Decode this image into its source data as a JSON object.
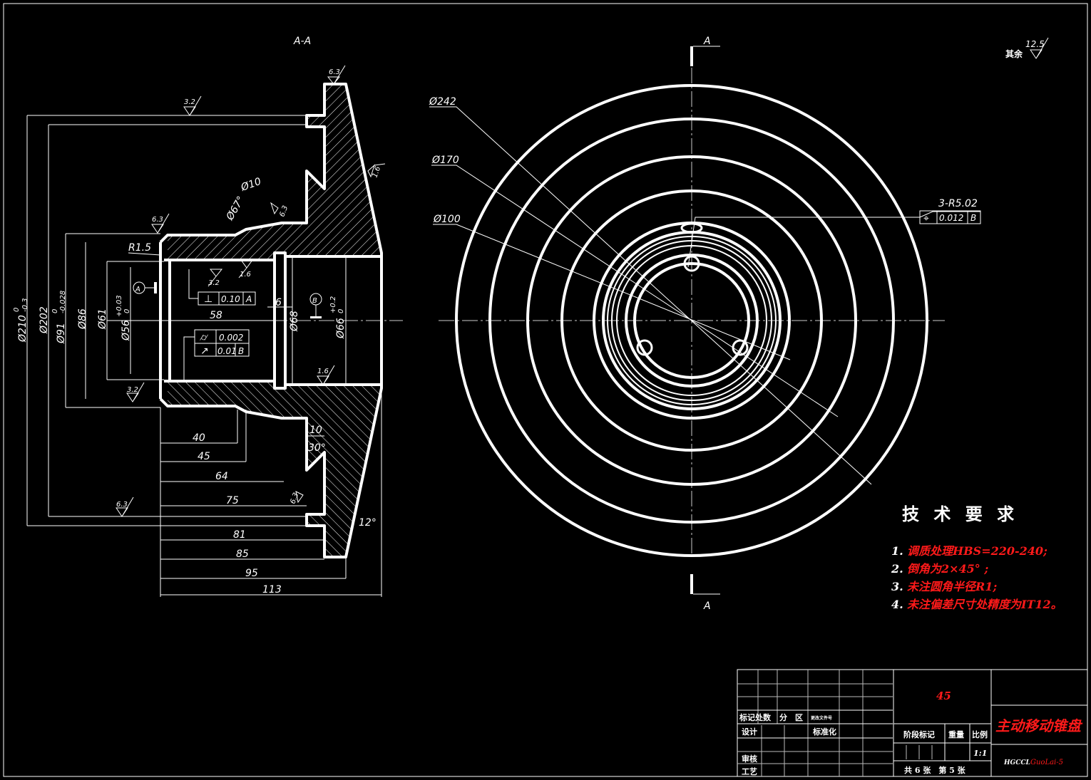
{
  "section_view": {
    "title": "A-A",
    "datum_a": "A",
    "datum_b": "B",
    "dims_vertical": [
      {
        "label": "Ø210",
        "tol_upper": "0",
        "tol_lower": "-0.3"
      },
      {
        "label": "Ø202"
      },
      {
        "label": "Ø91",
        "tol_upper": "0",
        "tol_lower": "-0.028"
      },
      {
        "label": "Ø86"
      },
      {
        "label": "Ø61"
      },
      {
        "label": "Ø56",
        "tol_upper": "+0.03",
        "tol_lower": "0"
      },
      {
        "label": "Ø68"
      },
      {
        "label": "Ø66",
        "tol_upper": "+0.2",
        "tol_lower": "0"
      }
    ],
    "dims_horizontal": [
      "40",
      "45",
      "64",
      "75",
      "81",
      "85",
      "95",
      "113",
      "58",
      "6",
      "10"
    ],
    "angles": [
      "30°",
      "12°",
      "Ø67°"
    ],
    "misc_labels": {
      "r15": "R1.5",
      "d10": "Ø10"
    },
    "roughness": [
      "6.3",
      "3.2",
      "1.6",
      "6.3",
      "3.2",
      "1.6",
      "6.3",
      "3.2",
      "6.3",
      "1.6",
      "6.3",
      "3.2"
    ],
    "tolerance_frames": [
      {
        "symbol": "⊥",
        "value": "0.10",
        "datum": "A"
      },
      {
        "symbol": "⌭",
        "value": "0.002",
        "datum": ""
      },
      {
        "symbol": "↗",
        "value": "0.01",
        "datum": "B"
      }
    ]
  },
  "front_view": {
    "section_marker": "A",
    "dims": [
      "Ø242",
      "Ø170",
      "Ø100"
    ],
    "hole_note": "3-R5.02",
    "position_tolerance": {
      "symbol": "⌖",
      "value": "0.012",
      "datum": "B"
    }
  },
  "general_roughness": {
    "label": "其余",
    "value": "12.5"
  },
  "tech_requirements": {
    "title": "技 术 要 求",
    "items": [
      {
        "num": "1.",
        "text": "调质处理HBS=220-240;"
      },
      {
        "num": "2.",
        "text": "倒角为2×45° ;"
      },
      {
        "num": "3.",
        "text": "未注圆角半径R1;"
      },
      {
        "num": "4.",
        "text": "未注偏差尺寸处精度为IT12。"
      }
    ]
  },
  "title_block": {
    "material": "45",
    "part_name": "主动移动锥盘",
    "drawing_no_prefix": "HGCCL",
    "drawing_no": "GuoLai-5",
    "labels": {
      "mark": "标记处数",
      "zone": "分　区",
      "change_doc": "更改文件号",
      "design": "设计",
      "standardize": "标准化",
      "stage_mark": "阶段标记",
      "weight": "重量",
      "scale": "比例",
      "review": "审核",
      "process": "工艺"
    },
    "scale": "1:1",
    "sheets": "共 6 张　第 5 张"
  },
  "colors": {
    "background": "#000000",
    "lines": "#ffffff",
    "annotation": "#ff1a1a"
  }
}
